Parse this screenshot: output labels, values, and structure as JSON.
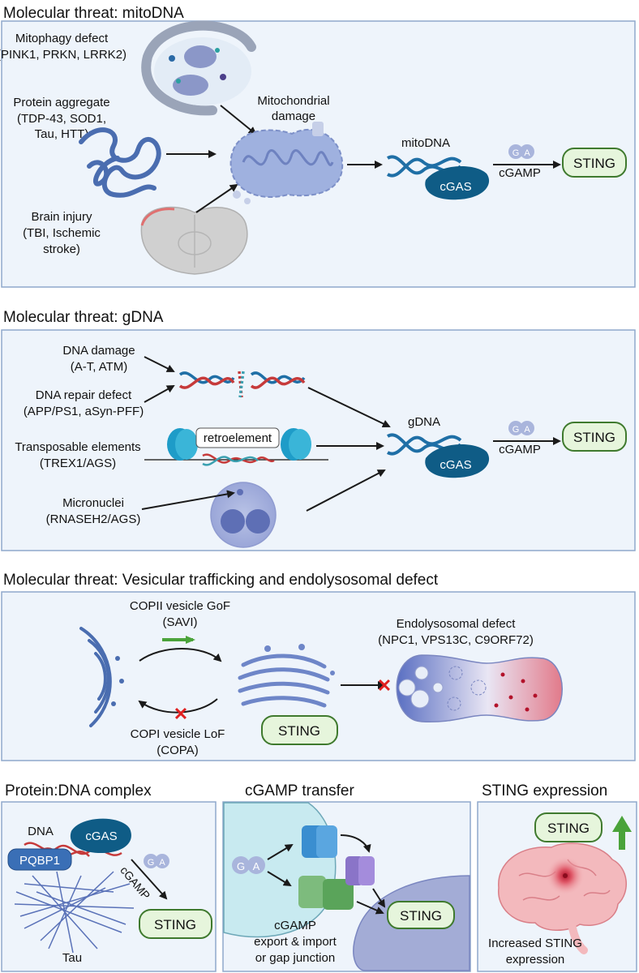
{
  "colors": {
    "panel_fill": "#eef4fb",
    "panel_stroke": "#8fa8cc",
    "dna_blue": "#1f6fa6",
    "dna_red": "#c63a3a",
    "cgas": "#0f5c86",
    "sting_fill": "#e6f5dc",
    "sting_stroke": "#3f7a2e",
    "mito": "#8fa5d8",
    "red_x": "#e02020",
    "green_arrow": "#4aa33a"
  },
  "sections": {
    "mito": {
      "title": "Molecular threat: mitoDNA",
      "mitophagy": [
        "Mitophagy defect",
        "(PINK1, PRKN, LRRK2)"
      ],
      "aggregate": [
        "Protein aggregate",
        "(TDP-43, SOD1,",
        "Tau, HTT)"
      ],
      "injury": [
        "Brain injury",
        "(TBI, Ischemic",
        "stroke)"
      ],
      "damage": [
        "Mitochondrial",
        "damage"
      ],
      "dna_label": "mitoDNA",
      "cgas": "cGAS",
      "cgamp": "cGAMP",
      "g": "G",
      "a": "A",
      "sting": "STING"
    },
    "gdna": {
      "title": "Molecular threat: gDNA",
      "damage": [
        "DNA damage",
        "(A-T, ATM)"
      ],
      "repair": [
        "DNA repair defect",
        "(APP/PS1, aSyn-PFF)"
      ],
      "transposable": [
        "Transposable elements",
        "(TREX1/AGS)"
      ],
      "micronuclei": [
        "Micronuclei",
        "(RNASEH2/AGS)"
      ],
      "retroelement": "retroelement",
      "dna_label": "gDNA",
      "cgas": "cGAS",
      "cgamp": "cGAMP",
      "g": "G",
      "a": "A",
      "sting": "STING"
    },
    "vesicular": {
      "title": "Molecular threat: Vesicular trafficking and endolysosomal defect",
      "copii": [
        "COPII vesicle GoF",
        "(SAVI)"
      ],
      "copi": [
        "COPI vesicle LoF",
        "(COPA)"
      ],
      "endo": [
        "Endolysosomal defect",
        "(NPC1, VPS13C, C9ORF72)"
      ],
      "sting": "STING"
    },
    "protein": {
      "title": "Protein:DNA complex",
      "dna": "DNA",
      "pqbp1": "PQBP1",
      "cgas": "cGAS",
      "cgamp": "cGAMP",
      "g": "G",
      "a": "A",
      "sting": "STING",
      "tau": "Tau"
    },
    "transfer": {
      "title": "cGAMP transfer",
      "g": "G",
      "a": "A",
      "sting": "STING",
      "caption": [
        "cGAMP",
        "export & import",
        "or gap junction"
      ]
    },
    "expression": {
      "title": "STING expression",
      "sting": "STING",
      "caption": [
        "Increased STING",
        "expression"
      ]
    }
  }
}
